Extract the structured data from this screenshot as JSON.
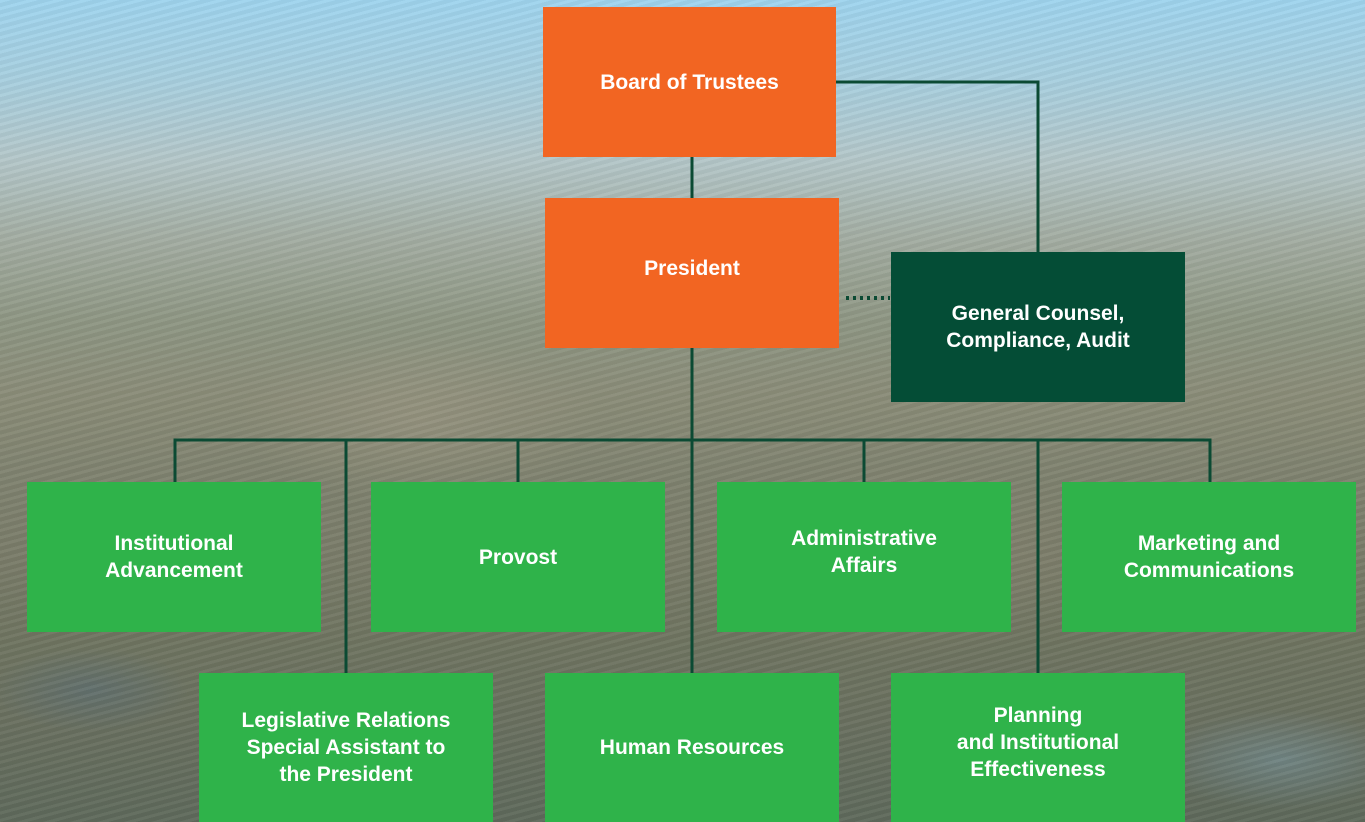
{
  "org_chart": {
    "board": "Board of Trustees",
    "president": "President",
    "counsel": "General Counsel,\nCompliance, Audit",
    "institutional_advancement": "Institutional\nAdvancement",
    "provost": "Provost",
    "administrative_affairs": "Administrative\nAffairs",
    "marketing": "Marketing and\nCommunications",
    "legislative_relations": "Legislative Relations\nSpecial Assistant to\nthe President",
    "human_resources": "Human Resources",
    "planning": "Planning\nand Institutional\nEffectiveness"
  },
  "colors": {
    "leadership": "#f26522",
    "counsel": "#044d36",
    "units": "#2fb34a",
    "connector": "#0b4a33"
  }
}
